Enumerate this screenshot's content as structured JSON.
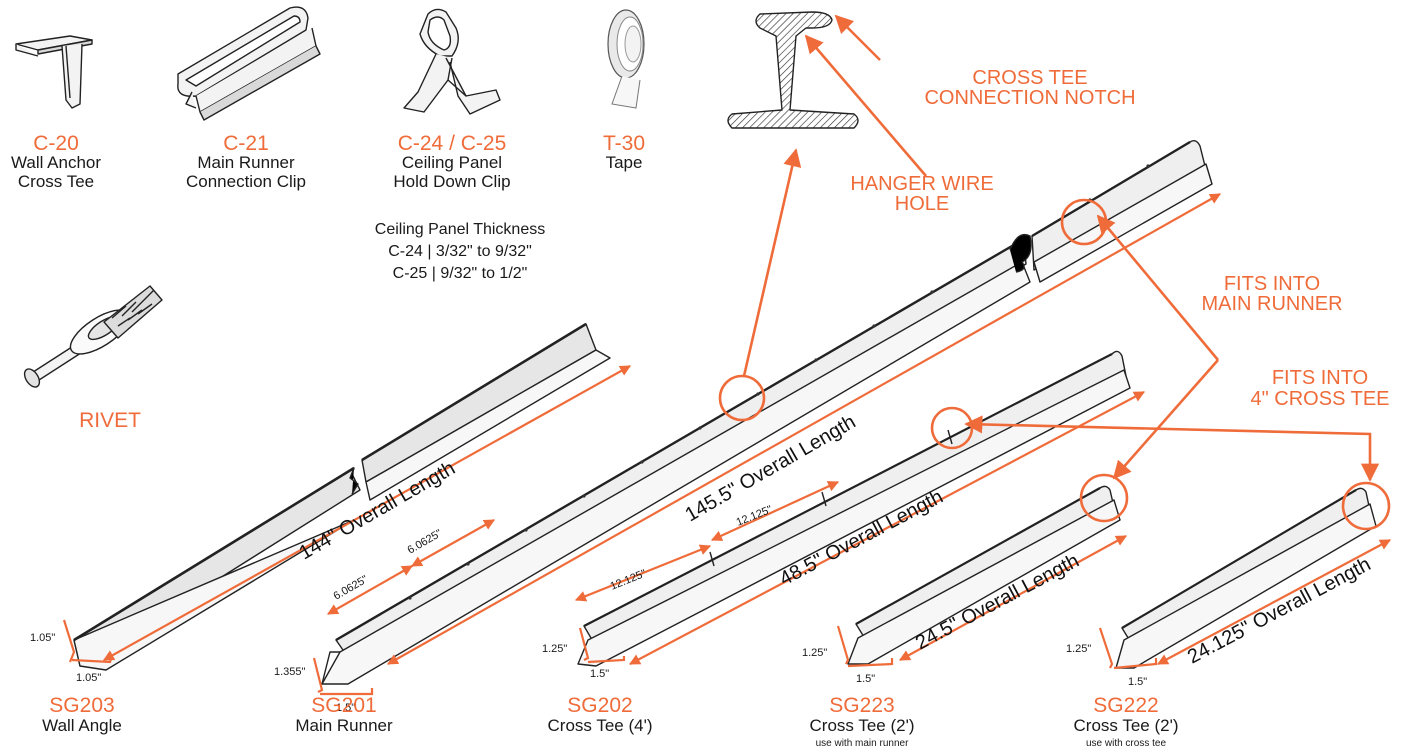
{
  "colors": {
    "accent": "#ef6c3a",
    "ink": "#1a1a1a",
    "steel_fill": "#f3f3f3"
  },
  "accessories": [
    {
      "code": "C-20",
      "desc": [
        "Wall Anchor",
        "Cross Tee"
      ]
    },
    {
      "code": "C-21",
      "desc": [
        "Main Runner",
        "Connection Clip"
      ]
    },
    {
      "code": "C-24 / C-25",
      "desc": [
        "Ceiling Panel",
        "Hold Down Clip"
      ]
    },
    {
      "code": "T-30",
      "desc": [
        "Tape"
      ]
    },
    {
      "code": "RIVET",
      "desc": []
    }
  ],
  "thickness_note": [
    "Ceiling Panel Thickness",
    "C-24 | 3/32\" to 9/32\"",
    "C-25 | 9/32\" to 1/2\""
  ],
  "callouts": {
    "cross_tee_notch": [
      "CROSS TEE",
      "CONNECTION NOTCH"
    ],
    "hanger_wire": [
      "HANGER WIRE",
      "HOLE"
    ],
    "fits_main": [
      "FITS INTO",
      "MAIN RUNNER"
    ],
    "fits_cross": [
      "FITS INTO",
      "4\" CROSS TEE"
    ]
  },
  "products": [
    {
      "code": "SG203",
      "name": "Wall Angle",
      "note": "",
      "length": "144\" Overall Length",
      "dims": [
        "1.05\"",
        "1.05\""
      ]
    },
    {
      "code": "SG201",
      "name": "Main Runner",
      "note": "",
      "length": "145.5\" Overall Length",
      "dims": [
        "1.355\"",
        "1.5\""
      ],
      "spacing": [
        "6.0625\"",
        "6.0625\""
      ]
    },
    {
      "code": "SG202",
      "name": "Cross Tee (4')",
      "note": "",
      "length": "48.5\" Overall Length",
      "dims": [
        "1.25\"",
        "1.5\""
      ],
      "spacing": [
        "12.125\"",
        "12.125\""
      ]
    },
    {
      "code": "SG223",
      "name": "Cross Tee (2')",
      "note": "use with main runner",
      "length": "24.5\" Overall Length",
      "dims": [
        "1.25\"",
        "1.5\""
      ]
    },
    {
      "code": "SG222",
      "name": "Cross Tee (2')",
      "note": "use with cross tee",
      "length": "24.125\" Overall Length",
      "dims": [
        "1.25\"",
        "1.5\""
      ]
    }
  ],
  "icons": [
    "wall-anchor-clip-icon",
    "connection-clip-icon",
    "hold-down-clip-icon",
    "tape-roll-icon",
    "rivet-icon",
    "i-beam-section-icon"
  ]
}
